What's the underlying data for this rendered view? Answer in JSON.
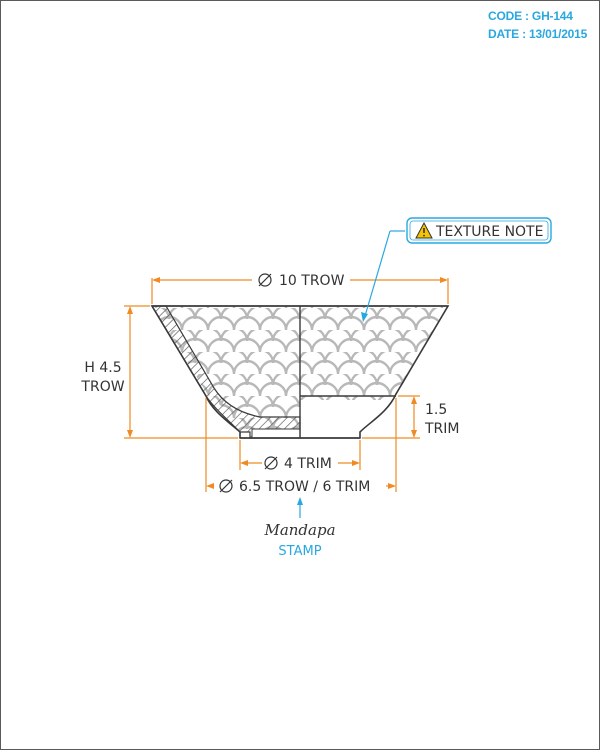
{
  "header": {
    "code_line": "CODE : GH-144",
    "date_line": "DATE : 13/01/2015"
  },
  "annotations": {
    "texture_note": "TEXTURE NOTE",
    "top_width": "10 TROW",
    "height_line1": "H 4.5",
    "height_line2": "TROW",
    "foot_height_line1": "1.5",
    "foot_height_line2": "TRIM",
    "foot_inner": "4 TRIM",
    "foot_outer": "6.5 TROW / 6 TRIM",
    "stamp_logo": "Mandapa",
    "stamp_label": "STAMP"
  },
  "colors": {
    "dimension": "#f08a24",
    "callout": "#29a8e0",
    "outline": "#3a3a3a",
    "pattern": "#b8b8b8",
    "warning": "#f5c400"
  },
  "icons": {
    "diameter": "diameter-icon",
    "warning": "warning-icon"
  }
}
